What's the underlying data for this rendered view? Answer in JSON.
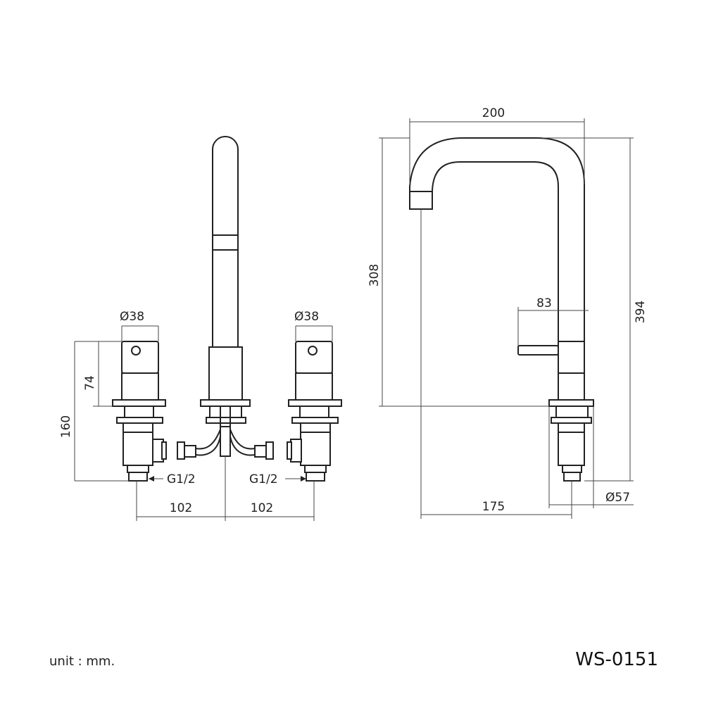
{
  "dimensions": {
    "left_handle_diameter": "Ø38",
    "right_handle_diameter": "Ø38",
    "handle_height": "74",
    "total_height_left": "160",
    "left_thread": "G1/2",
    "right_thread": "G1/2",
    "spacing_left": "102",
    "spacing_right": "102",
    "spout_reach": "200",
    "spout_height": "308",
    "overall_height": "394",
    "handle_offset": "83",
    "base_diameter": "Ø57",
    "spout_to_center": "175"
  },
  "footer": {
    "unit_label": "unit : mm.",
    "model_code": "WS-0151"
  }
}
